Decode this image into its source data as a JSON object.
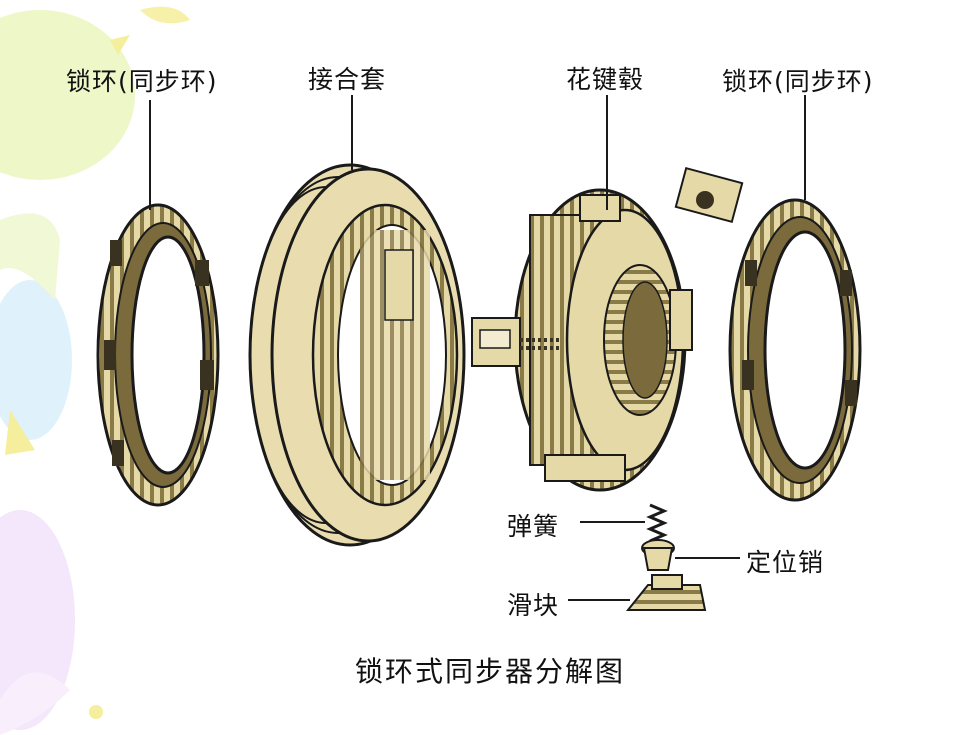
{
  "labels": {
    "lock_ring_left": "锁环(同步环)",
    "sleeve": "接合套",
    "spline_hub": "花键毂",
    "lock_ring_right": "锁环(同步环)",
    "spring": "弹簧",
    "locating_pin": "定位销",
    "slider": "滑块"
  },
  "caption": "锁环式同步器分解图",
  "colors": {
    "part_fill": "#e6d9a8",
    "part_shadow": "#7a6a3c",
    "line": "#1a1a1a",
    "deco_green": "#eef7c8",
    "deco_blue": "#dff1fb",
    "deco_pink": "#f4e6fb",
    "deco_yellow": "#f7f0a8"
  }
}
